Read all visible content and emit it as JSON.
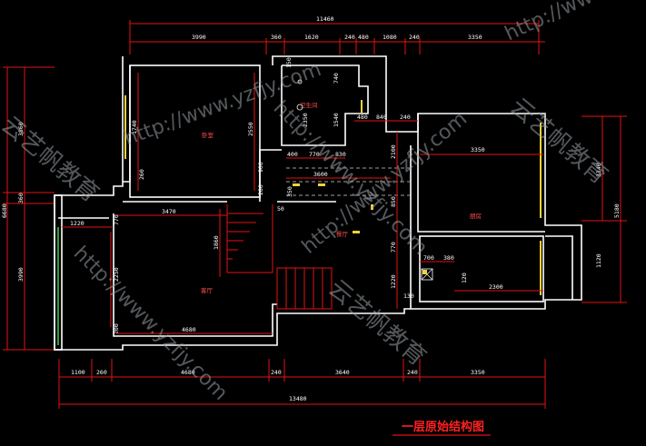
{
  "title": "一层原始结构图",
  "dims": {
    "top_total": "11460",
    "top_parts": [
      "3990",
      "360",
      "1620",
      "240",
      "480",
      "1080",
      "240",
      "3350"
    ],
    "bottom_total": "13480",
    "bottom_parts": [
      "1100",
      "260",
      "4680",
      "240",
      "3640",
      "240",
      "3350"
    ],
    "left_vertical": [
      "3860",
      "360",
      "6680",
      "3990"
    ],
    "right_vertical": [
      "3340",
      "5180",
      "1120"
    ],
    "inner": [
      "1740",
      "2550",
      "2350",
      "1540",
      "740",
      "480",
      "840",
      "240",
      "3350",
      "2100",
      "400",
      "770",
      "830",
      "900",
      "260",
      "260",
      "3600",
      "350",
      "50",
      "1220",
      "3470",
      "770",
      "1860",
      "2250",
      "200",
      "4680",
      "850",
      "770",
      "1220",
      "130",
      "700",
      "380",
      "120",
      "2300",
      "150"
    ]
  },
  "room_labels": [
    "卧室",
    "厨房",
    "客厅",
    "餐厅",
    "卫生间"
  ],
  "watermark": {
    "url": "http://www.yzfjy.com",
    "brand": "云艺帆教育"
  }
}
